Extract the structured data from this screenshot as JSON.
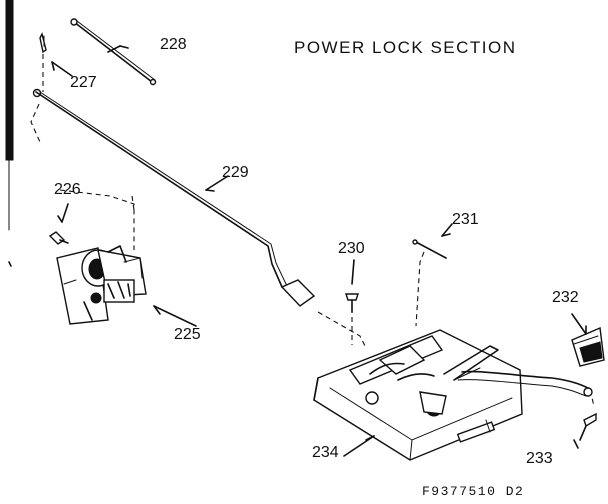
{
  "diagram": {
    "title": "POWER LOCK SECTION",
    "footer_code": "F9377510 D2",
    "callouts": {
      "p225": "225",
      "p226": "226",
      "p227": "227",
      "p228": "228",
      "p229": "229",
      "p230": "230",
      "p231": "231",
      "p232": "232",
      "p233": "233",
      "p234": "234"
    }
  }
}
